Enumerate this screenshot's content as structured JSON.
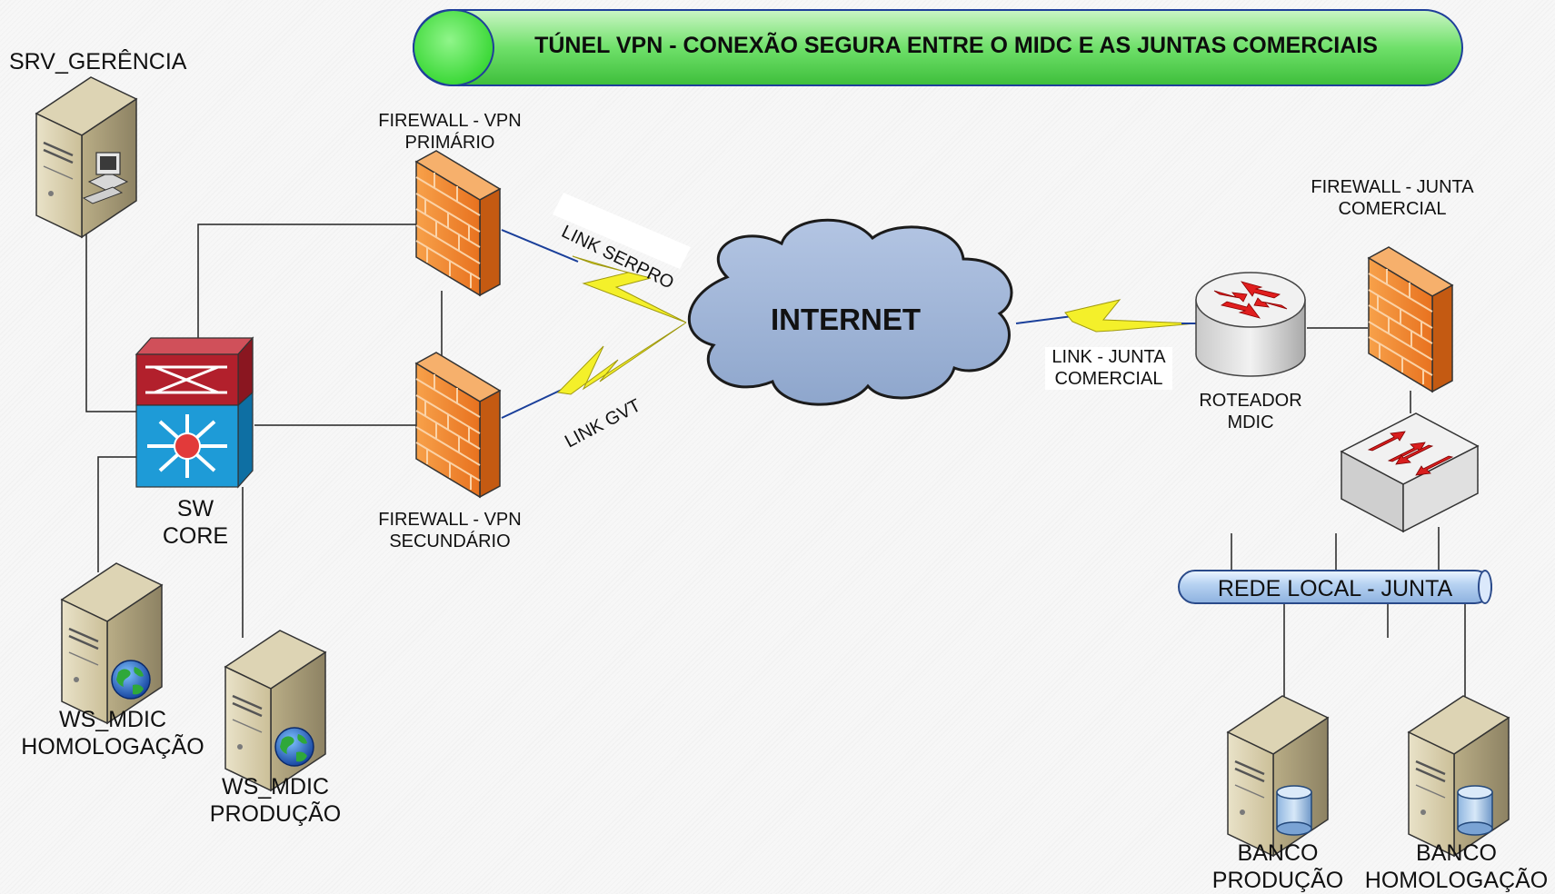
{
  "banner": {
    "title": "TÚNEL VPN - CONEXÃO SEGURA ENTRE O MIDC E AS JUNTAS COMERCIAIS"
  },
  "nodes": {
    "srv_gerencia": {
      "label": "SRV_GERÊNCIA"
    },
    "firewall_primario": {
      "line1": "FIREWALL - VPN",
      "line2": "PRIMÁRIO"
    },
    "firewall_secundario": {
      "line1": "FIREWALL - VPN",
      "line2": "SECUNDÁRIO"
    },
    "sw_core": {
      "line1": "SW",
      "line2": "CORE"
    },
    "ws_homologacao": {
      "line1": "WS_MDIC",
      "line2": "HOMOLOGAÇÃO"
    },
    "ws_producao": {
      "line1": "WS_MDIC",
      "line2": "PRODUÇÃO"
    },
    "internet": {
      "label": "INTERNET"
    },
    "firewall_junta": {
      "line1": "FIREWALL - JUNTA",
      "line2": "COMERCIAL"
    },
    "roteador": {
      "line1": "ROTEADOR",
      "line2": "MDIC"
    },
    "rede_local": {
      "label": "REDE LOCAL - JUNTA"
    },
    "banco_producao": {
      "line1": "BANCO",
      "line2": "PRODUÇÃO"
    },
    "banco_homologacao": {
      "line1": "BANCO",
      "line2": "HOMOLOGAÇÃO"
    }
  },
  "links": {
    "serpro": "LINK SERPRO",
    "gvt": "LINK GVT",
    "junta": {
      "line1": "LINK - JUNTA",
      "line2": "COMERCIAL"
    }
  },
  "colors": {
    "banner_green": "#3fbf3c",
    "firewall_orange": "#f28a2e",
    "cloud_blue": "#9db3d6",
    "lightning_yellow": "#f4f02a",
    "switch_red": "#b2202c",
    "switch_blue": "#1e9bd7"
  }
}
